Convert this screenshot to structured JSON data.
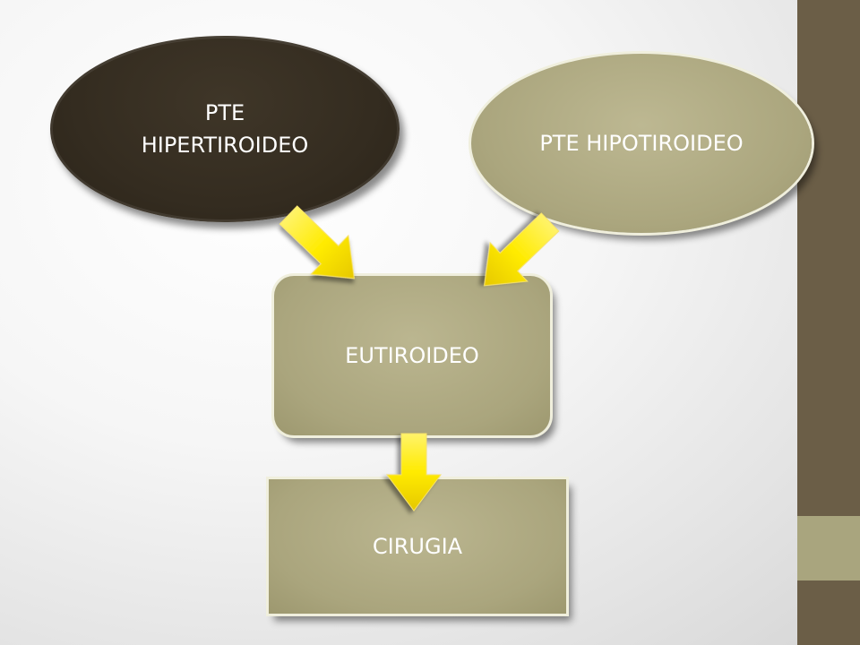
{
  "nodes": {
    "hyper": {
      "line1": "PTE",
      "line2": "HIPERTIROIDEO"
    },
    "hypo": {
      "label": "PTE HIPOTIROIDEO"
    },
    "euthyroid": {
      "label": "EUTIROIDEO"
    },
    "surgery": {
      "label": "CIRUGIA"
    }
  },
  "edges": [
    {
      "from": "PTE HIPERTIROIDEO",
      "to": "EUTIROIDEO"
    },
    {
      "from": "PTE HIPOTIROIDEO",
      "to": "EUTIROIDEO"
    },
    {
      "from": "EUTIROIDEO",
      "to": "CIRUGIA"
    }
  ],
  "colors": {
    "arrow": "#ffeb00",
    "dark_node": "#342c20",
    "light_node": "#aba67e",
    "sidebar_dark": "#6b5e47",
    "sidebar_light": "#a9a57e",
    "text": "#ffffff"
  }
}
